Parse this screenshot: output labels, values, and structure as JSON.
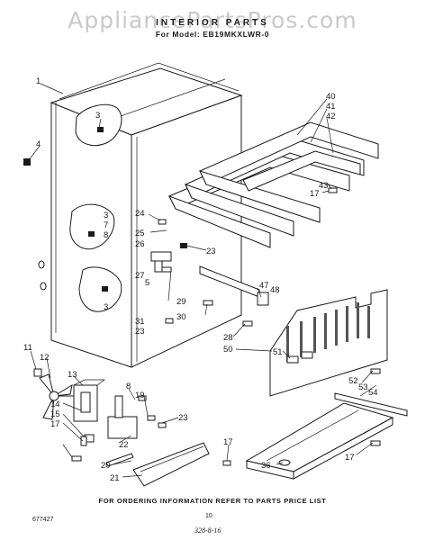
{
  "header": {
    "watermark": "AppliancePartsPros.com",
    "title": "INTERIOR PARTS",
    "model": "For Model: EB19MKXLWR-0"
  },
  "diagram": {
    "callouts": [
      "1",
      "3",
      "4",
      "3",
      "7",
      "8",
      "3",
      "24",
      "25",
      "26",
      "27",
      "5",
      "29",
      "30",
      "31",
      "23",
      "23",
      "40",
      "41",
      "42",
      "43",
      "17",
      "47",
      "48",
      "28",
      "50",
      "51",
      "52",
      "53",
      "54",
      "11",
      "12",
      "13",
      "8",
      "19",
      "14",
      "15",
      "17",
      "22",
      "23",
      "20",
      "21",
      "17",
      "36",
      "17"
    ]
  },
  "footer": {
    "ordering_note": "FOR ORDERING INFORMATION REFER TO PARTS PRICE LIST",
    "page_number": "10",
    "doc_code": "677427",
    "handwritten_note": "328-8-16"
  }
}
